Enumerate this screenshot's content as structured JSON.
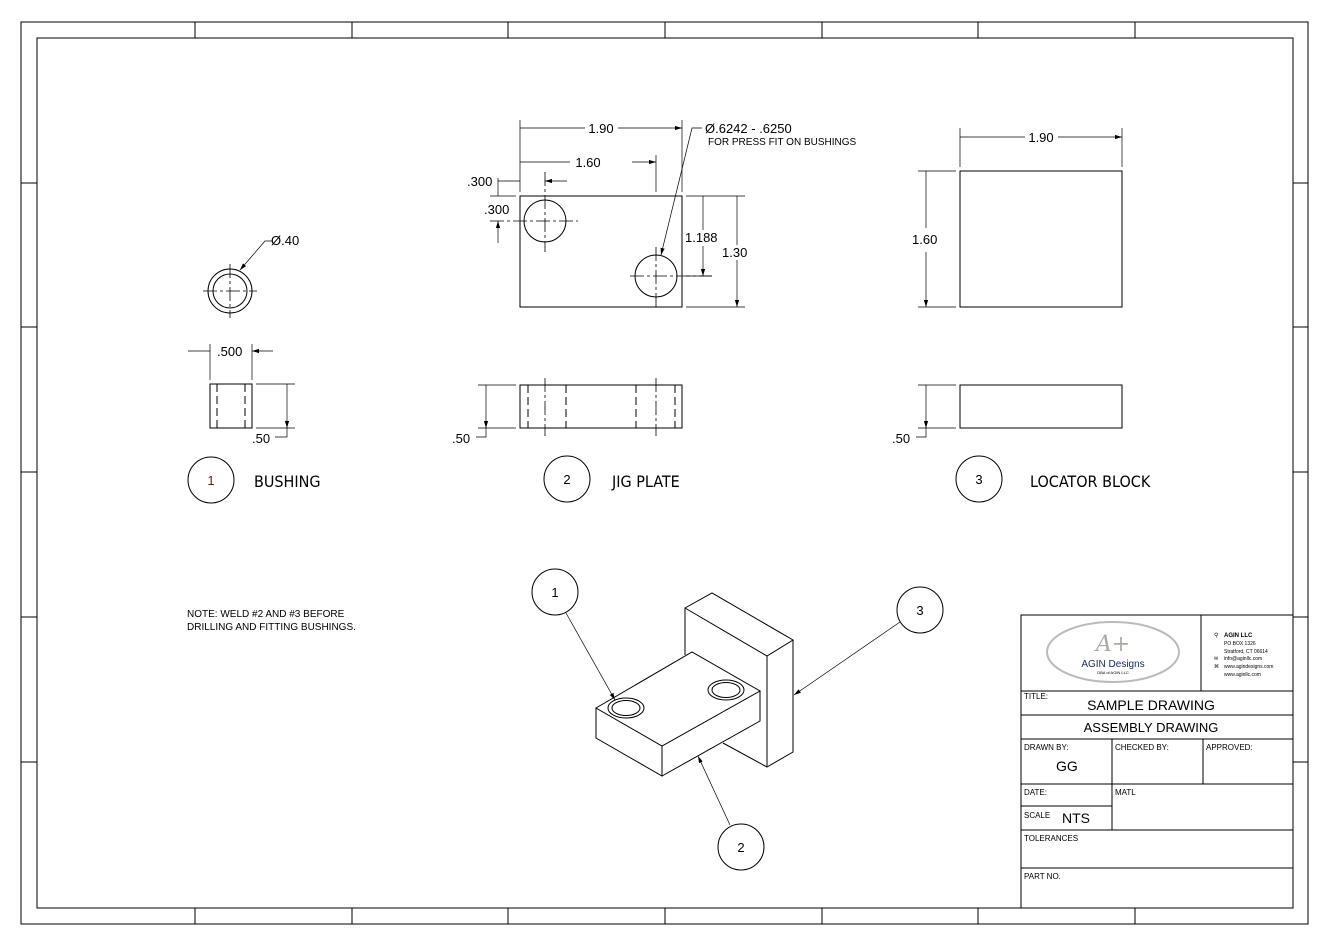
{
  "views": {
    "bushing": {
      "dia": "Ø.40",
      "width": ".500",
      "height": ".50",
      "balloon": "1",
      "label": "BUSHING"
    },
    "jig_plate": {
      "w1": "1.90",
      "w2": "1.60",
      "x_off": ".300",
      "y_off": ".300",
      "h1": "1.188",
      "h2": "1.30",
      "thick": ".50",
      "hole_note": "Ø.6242 - .6250",
      "hole_note2": "FOR PRESS FIT ON BUSHINGS",
      "balloon": "2",
      "label": "JIG PLATE"
    },
    "locator_block": {
      "w": "1.90",
      "h": "1.60",
      "thick": ".50",
      "balloon": "3",
      "label": "LOCATOR BLOCK"
    }
  },
  "note": {
    "line1": "NOTE: WELD #2 AND #3 BEFORE",
    "line2": "DRILLING AND FITTING BUSHINGS."
  },
  "iso_balloons": [
    "1",
    "3",
    "2"
  ],
  "title_block": {
    "logo": {
      "name": "AGIN Designs",
      "sub": "DBA of AGIN LLC"
    },
    "contact": [
      "AGIN LLC",
      "PO BOX 1326",
      "Stratford, CT 06614",
      "info@aginllc.com",
      "www.agindesigns.com",
      "www.aginllc.com"
    ],
    "title_label": "TITLE:",
    "title": "SAMPLE DRAWING",
    "subtitle": "ASSEMBLY DRAWING",
    "drawn_by_label": "DRAWN BY:",
    "drawn_by": "GG",
    "checked_by_label": "CHECKED BY:",
    "approved_label": "APPROVED:",
    "date_label": "DATE:",
    "matl_label": "MATL",
    "scale_label": "SCALE",
    "scale": "NTS",
    "tolerances_label": "TOLERANCES",
    "part_no_label": "PART NO."
  }
}
